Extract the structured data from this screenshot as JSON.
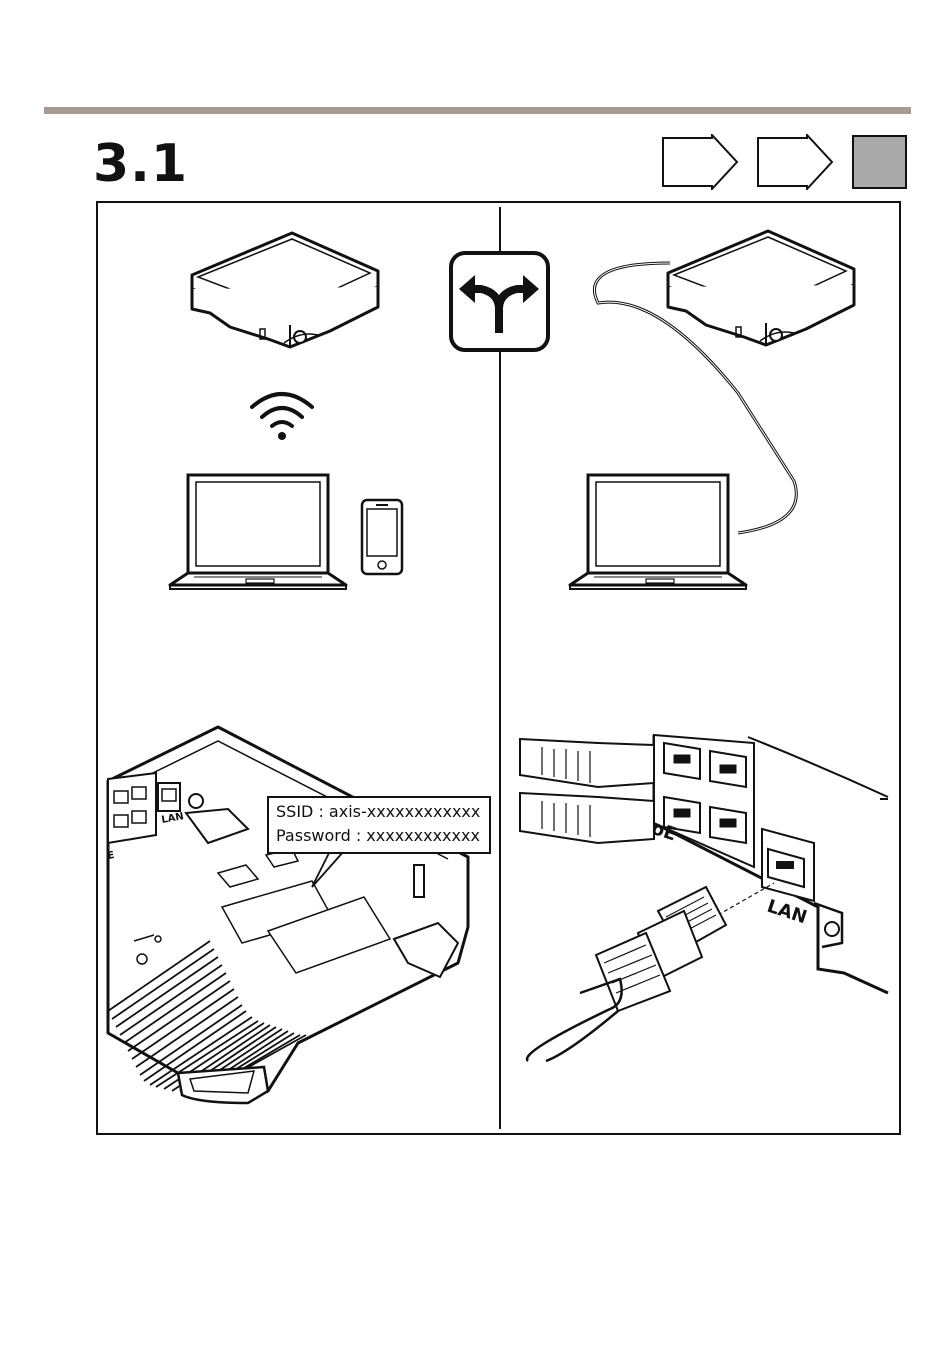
{
  "header": {
    "section_number": "3.1"
  },
  "progress": {
    "total_steps": 3,
    "current_step": 3
  },
  "left_panel": {
    "label": {
      "ssid": "SSID : axis-xxxxxxxxxxxx",
      "password": "Password : xxxxxxxxxxxx"
    },
    "port_label": "LAN",
    "port_label_cut": "E"
  },
  "right_panel": {
    "poe_label": "PoE",
    "lan_label": "LAN"
  },
  "icons": {
    "choice": "split-arrow-icon",
    "wifi": "wifi-icon"
  }
}
